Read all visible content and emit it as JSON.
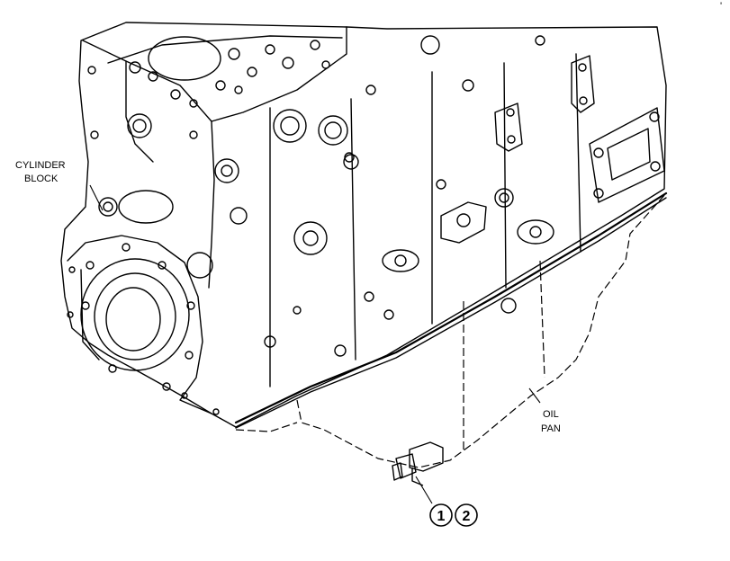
{
  "labels": {
    "cylinder_block_line1": "CYLINDER",
    "cylinder_block_line2": "BLOCK",
    "oil_pan_line1": "OIL",
    "oil_pan_line2": "PAN",
    "corner_mark": "'"
  },
  "callouts": [
    "1",
    "2"
  ],
  "colors": {
    "stroke": "#000000",
    "background": "#ffffff"
  }
}
